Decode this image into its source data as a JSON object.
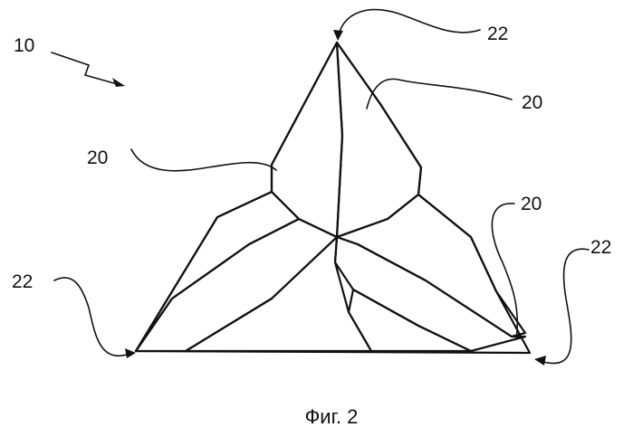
{
  "figure": {
    "caption": "Фиг. 2",
    "labels": {
      "assembly": "10",
      "segment_left": "20",
      "segment_top": "20",
      "segment_right": "20",
      "tip_top": "22",
      "tip_left": "22",
      "tip_right": "22"
    },
    "colors": {
      "ink": "#111111",
      "paper": "#ffffff"
    }
  }
}
